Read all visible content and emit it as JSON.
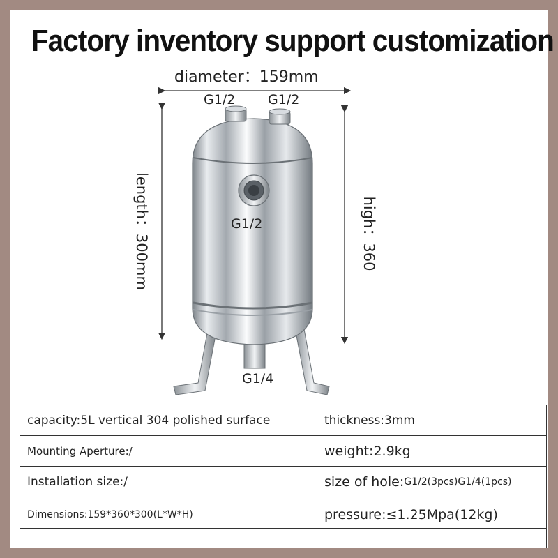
{
  "title": "Factory inventory support customization",
  "dimensions": {
    "diameter": "diameter：159mm",
    "length": "length：300mm",
    "high": "high：360"
  },
  "ports": {
    "top_left": "G1/2",
    "top_right": "G1/2",
    "side": "G1/2",
    "bottom": "G1/4"
  },
  "specs": {
    "capacity": "capacity:5L vertical 304 polished surface",
    "thickness": "thickness:3mm",
    "mounting_aperture": "Mounting Aperture:/",
    "weight": "weight:2.9kg",
    "installation_size": "Installation size:/",
    "hole_label": "size of hole:",
    "hole_value": "G1/2(3pcs)G1/4(1pcs)",
    "dimensions": "Dimensions:159*360*300(L*W*H)",
    "pressure": "pressure:≤1.25Mpa(12kg)"
  },
  "colors": {
    "frame": "#a28a82",
    "steel_light": "#f4f6f8",
    "steel_dark": "#8a9096"
  }
}
